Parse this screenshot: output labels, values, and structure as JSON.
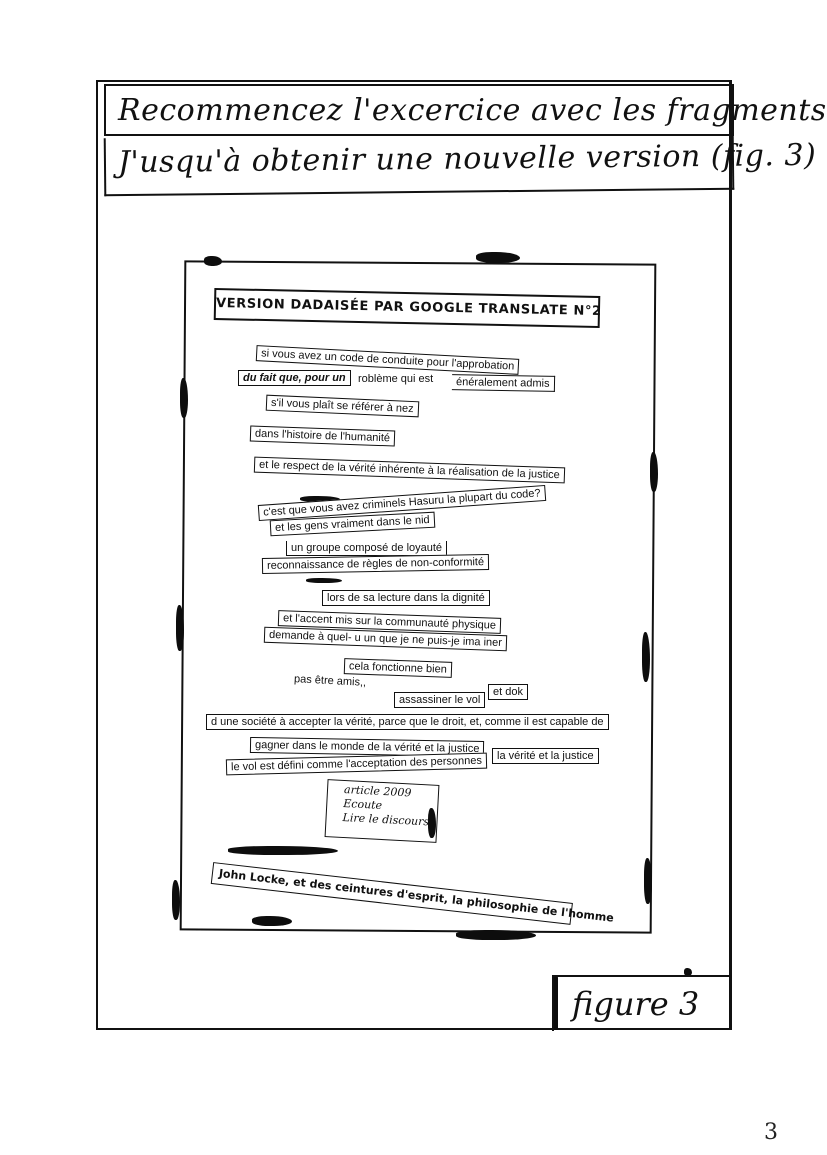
{
  "captions": {
    "line1": "Recommencez l'excercice avec les fragments",
    "line2": "J'usqu'à obtenir une nouvelle version (fig. 3)"
  },
  "sheet": {
    "title": "VERSION DADAISÉE PAR GOOGLE TRANSLATE N°2",
    "fragments": [
      "si vous avez un code de conduite pour l'approbation",
      "du fait que, pour un",
      "roblème qui est",
      "énéralement admis",
      "s'il vous plaît se référer à nez",
      "dans l'histoire de l'humanité",
      "et le respect de la vérité inhérente à la réalisation de la justice",
      "c'est que vous avez criminels Hasuru la plupart du code?",
      "et les gens vraiment dans le nid",
      "un groupe composé de loyauté",
      "reconnaissance de règles de non-conformité",
      "lors de sa lecture dans la dignité",
      "et l'accent mis sur la communauté physique",
      "demande à quel- u un que je ne puis-je ima iner",
      "cela fonctionne bien",
      "pas être amis,,",
      "et dok",
      "assassiner le vol",
      "d une société à accepter la vérité, parce que le droit, et, comme il est capable de",
      "gagner dans le monde de la vérité et la justice",
      "la vérité et la justice",
      "le vol est défini comme l'acceptation des personnes"
    ],
    "article_note": {
      "line1": "article   2009",
      "line2": "Ecoute",
      "line3": "Lire le discours"
    },
    "closing": "John Locke, et des ceintures d'esprit, la philosophie de l'homme"
  },
  "figure_label": "figure 3",
  "page_number": "3"
}
